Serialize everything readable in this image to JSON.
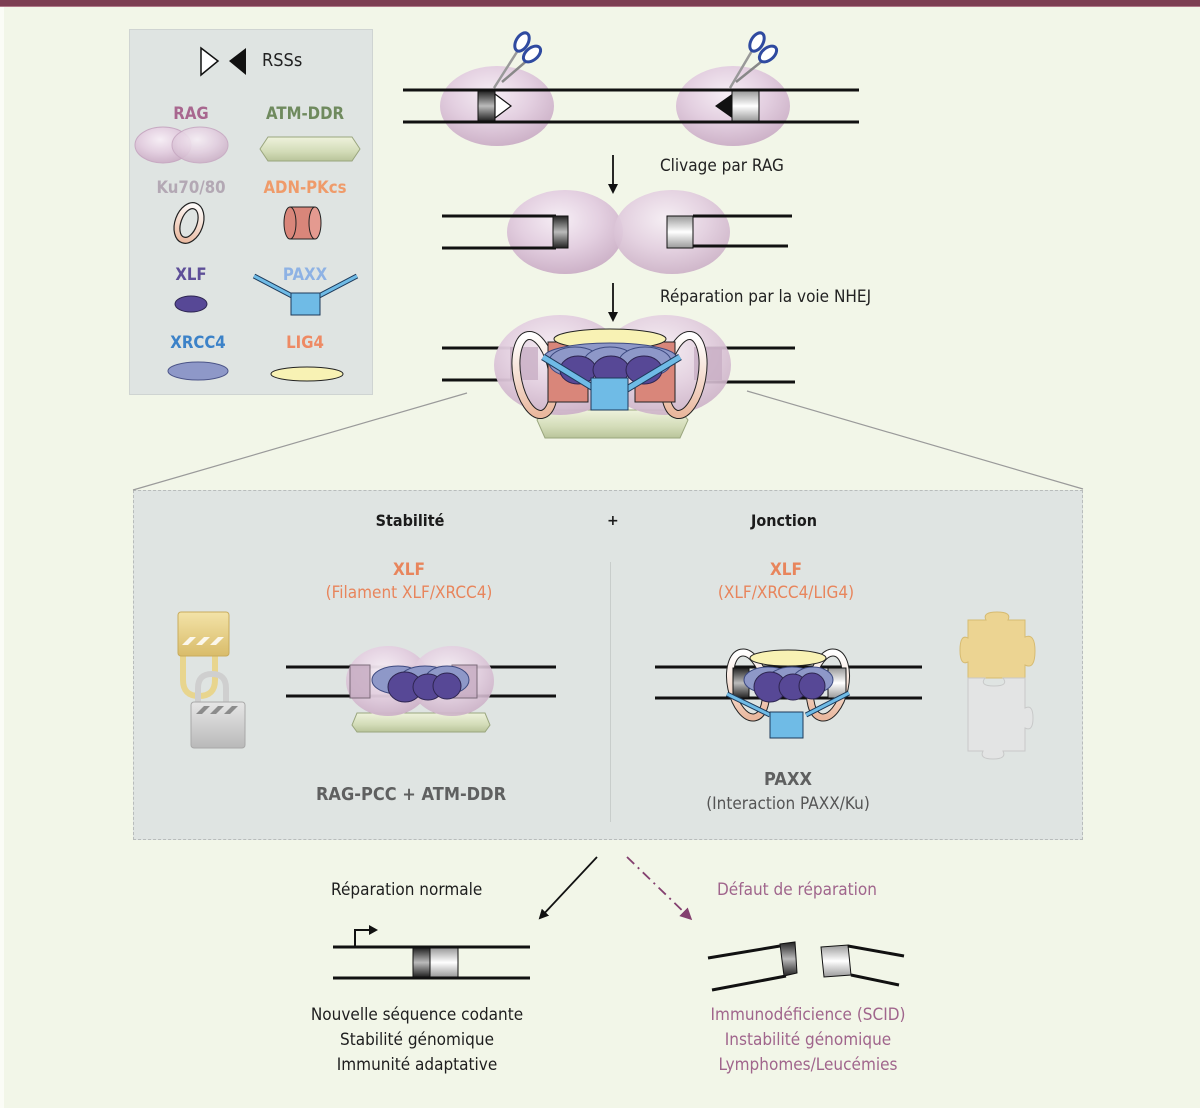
{
  "colors": {
    "frame_bar": "#7d3e52",
    "background": "#f2f6e8",
    "panel_bg": "#dfe4e2",
    "rag": "#e3cfe0",
    "atm_ddr": "#d3dcb8",
    "ku": "#f0c8b0",
    "dnapkcs": "#d9867a",
    "xlf": "#574896",
    "xrcc4": "#8e98c8",
    "paxx": "#6fbbe6",
    "lig4": "#f8f2b4",
    "defect_arrow": "#84406f"
  },
  "legend": {
    "rss_label": "RSSs",
    "items": [
      {
        "label": "RAG",
        "color": "#a8678f",
        "icon": "rag-double-ellipse-icon"
      },
      {
        "label": "ATM-DDR",
        "color": "#6f8a5e",
        "icon": "atm-ddr-hexagon-bar-icon"
      },
      {
        "label": "Ku70/80",
        "color": "#b3a8b4",
        "icon": "ku-ring-icon"
      },
      {
        "label": "ADN-PKcs",
        "color": "#ef9b6a",
        "icon": "dnapkcs-cylinder-icon"
      },
      {
        "label": "XLF",
        "color": "#5e4f98",
        "icon": "xlf-ellipse-icon"
      },
      {
        "label": "PAXX",
        "color": "#8eb2e4",
        "icon": "paxx-square-arms-icon"
      },
      {
        "label": "XRCC4",
        "color": "#3c82c8",
        "icon": "xrcc4-ellipse-icon"
      },
      {
        "label": "LIG4",
        "color": "#ee8a64",
        "icon": "lig4-ellipse-icon"
      }
    ]
  },
  "steps": {
    "cleavage": "Clivage par RAG",
    "repair": "Réparation par la voie NHEJ"
  },
  "panel": {
    "plus": "+",
    "left": {
      "heading": "Stabilité",
      "factor": "XLF",
      "factor_detail": "(Filament XLF/XRCC4)",
      "footer": "RAG-PCC + ATM-DDR",
      "icon": "padlocks-icon"
    },
    "right": {
      "heading": "Jonction",
      "factor": "XLF",
      "factor_detail": "(XLF/XRCC4/LIG4)",
      "footer": "PAXX",
      "footer_detail": "(Interaction PAXX/Ku)",
      "icon": "puzzle-pieces-icon"
    }
  },
  "outcomes": {
    "normal": {
      "title": "Réparation normale",
      "lines": [
        "Nouvelle séquence codante",
        "Stabilité génomique",
        "Immunité adaptative"
      ]
    },
    "defect": {
      "title": "Défaut de réparation",
      "lines": [
        "Immunodéficience (SCID)",
        "Instabilité génomique",
        "Lymphomes/Leucémies"
      ]
    }
  }
}
